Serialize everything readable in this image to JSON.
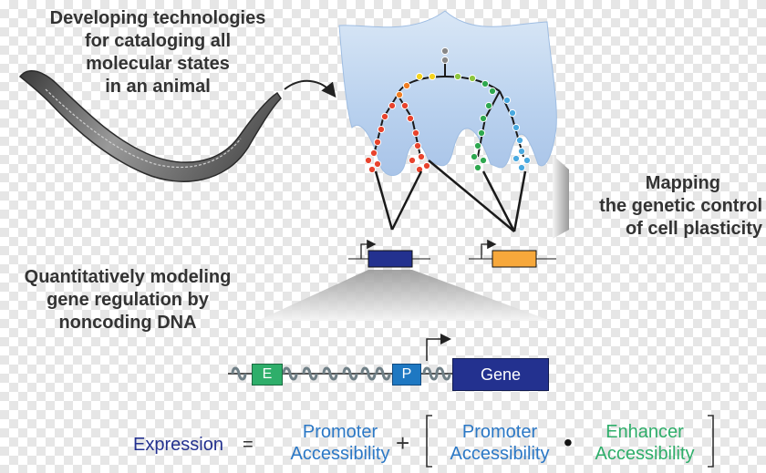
{
  "headings": {
    "cataloging": [
      "Developing technologies",
      "for cataloging all",
      "molecular states",
      "in an animal"
    ],
    "mapping": [
      "Mapping",
      "the genetic control",
      "of cell plasticity"
    ],
    "modeling": [
      "Quantitatively modeling",
      "gene regulation by",
      "noncoding DNA"
    ]
  },
  "elements": {
    "enhancer": "E",
    "promoter": "P",
    "gene": "Gene"
  },
  "equation": {
    "lhs": "Expression",
    "equals": "=",
    "term1": [
      "Promoter",
      "Accessibility"
    ],
    "plus": "+",
    "term2a": [
      "Promoter",
      "Accessibility"
    ],
    "dot": "•",
    "term2b": [
      "Enhancer",
      "Accessibility"
    ]
  },
  "colors": {
    "landscape": "#c9dcf0",
    "enhancer": "#2eae6a",
    "promoter": "#1e78c2",
    "gene": "#23318f",
    "orange_gene": "#f7a83b",
    "blue_text": "#2b78c6",
    "navy_text": "#23318f",
    "green_text": "#2eae6a"
  },
  "lineage_colors": [
    "#e8432d",
    "#f07d22",
    "#f5d31e",
    "#8cc63f",
    "#2ea84f",
    "#49a9e0"
  ],
  "icons": [
    "worm-image",
    "curved-arrow-icon",
    "lineage-tree",
    "bracket-left-icon",
    "bracket-right-icon"
  ]
}
